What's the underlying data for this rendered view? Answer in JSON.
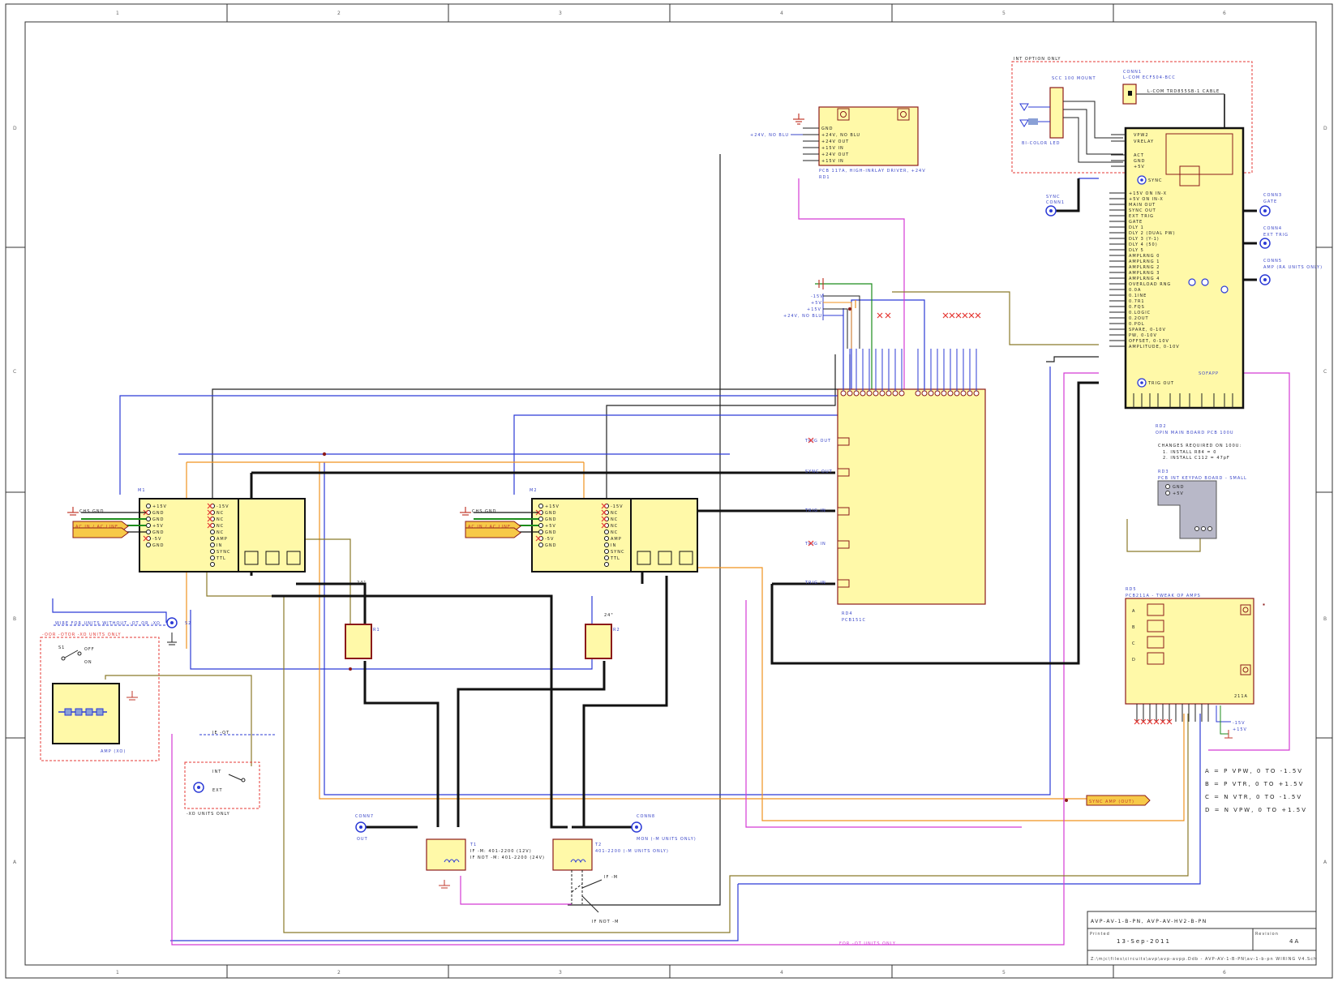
{
  "border": {
    "col_numbers": [
      "1",
      "2",
      "3",
      "4",
      "5",
      "6"
    ],
    "row_letters": [
      "D",
      "C",
      "B",
      "A"
    ]
  },
  "title_block": {
    "title": "AVP-AV-1-B-PN, AVP-AV-HV2-B-PN",
    "printed_label": "Printed",
    "printed_date": "13-Sep-2011",
    "revision_label": "Revision",
    "revision": "4A",
    "file_path": "Z:\\mjc\\files\\circuits\\avp\\avp-avpp.Ddb - AVP-AV-1-B-PN\\av-1-b-pn WIRING V4.Sch"
  },
  "notes": {
    "changes_title": "CHANGES REQUIRED ON 100U:",
    "changes_1": "1. INSTALL R84 = 0",
    "changes_2": "2. INSTALL C112 = 47pF",
    "legend_a": "A = P VPW, 0 TO -1.5V",
    "legend_b": "B = P VTR, 0 TO +1.5V",
    "legend_c": "C = N VTR, 0 TO -1.5V",
    "legend_d": "D = N VPW, 0 TO +1.5V",
    "int_option": "INT OPTION ONLY",
    "xo_only_1": "-XO UNITS ONLY",
    "xo_only_2": "-XO UNITS ONLY",
    "xo_only_bottom": "FOR -OT UNITS ONLY",
    "if_m": "IF -M",
    "if_not_m": "IF NOT -M",
    "otor_label": "-OOR -OTOR -XO UNITS ONLY",
    "wire_label": "WIRE FOR UNITS WITHOUT -OT OR -XO"
  },
  "labels": {
    "chs_gnd_1": "CHS GND",
    "chs_gnd_2": "CHS GND",
    "ac_in_1": "AC IN / AC LINE",
    "ac_in_2": "AC IN / AC LINE",
    "m1": "M1",
    "m2": "M2",
    "rd1": "RD1",
    "rd1_desc": "PCB 117A, HIGH-INRLAY DRIVER, +24V",
    "rd4": "RD4",
    "rd4_desc": "PCB151C",
    "rd2": "RD2",
    "rd2_desc": "OPIN MAIN BOARD PCB 100U",
    "rd3": "RD3",
    "rd3_desc": "PCB INT KEYPAD BOARD - SMALL",
    "rd5": "RD5",
    "rd5_desc": "PCB211A - TWEAK OP AMPS",
    "rd5_part": "211A",
    "conn1": "CONN1",
    "conn1_desc": "L-COM ECF504-BCC",
    "cable": "L-COM TRD855SB-1 CABLE",
    "scc": "SCC 100 MOUNT",
    "led": "BI-COLOR LED",
    "sync": "SYNC",
    "sync_conn": "CONN1",
    "conn_gate": "GATE",
    "conn_exttrig": "EXT TRIG",
    "conn_amp": "AMP (RA UNITS ONLY)",
    "conn3": "CONN3",
    "conn4": "CONN4",
    "conn5": "CONN5",
    "conn7": "CONN7",
    "conn8": "CONN8",
    "out": "OUT",
    "mon": "MON (-M UNITS ONLY)",
    "r1": "R1",
    "r2": "R2",
    "t1": "T1",
    "t1_desc_1": "IF -M: 401-2200 (12V)",
    "t1_desc_2": "IF NOT -M: 401-2200 (24V)",
    "t2": "T2",
    "t2_desc": "401-2200 (-M UNITS ONLY)",
    "s1": "S1",
    "s2": "S2",
    "off": "OFF",
    "on": "ON",
    "int": "INT",
    "ext": "EXT",
    "ie_ot": "IE -OT",
    "amp_xo": "AMP (XO)",
    "r24_1": "24\"",
    "r24_2": "24\"",
    "pv24": "+24V, NO BLU",
    "tb_24v": "+24V, NO BLU",
    "ampin": "SYNC AMP (OUT)"
  },
  "pins": {
    "m_left": [
      "+15V",
      "GND",
      "GND",
      "+5V",
      "GND",
      "-5V",
      "GND"
    ],
    "m_right": [
      "-15V",
      "NC",
      "NC",
      "NC",
      "NC",
      "AMP",
      "IN",
      "SYNC",
      "TTL"
    ],
    "rd1_pins": [
      "GND",
      "+24V, NO BLU",
      "+24V OUT",
      "+15V IN",
      "+24V OUT",
      "+15V IN"
    ],
    "rd2_pins": [
      "+15V ON IN-X",
      "+5V ON IN-X",
      "MAIN OUT",
      "SYNC OUT",
      "EXT TRIG",
      "GATE",
      "DLY 1",
      "DLY 2 (DUAL PW)",
      "DLY 3 (Y-1)",
      "DLY 4 (50)",
      "DLY 5",
      "AMPLRNG 0",
      "AMPLRNG 1",
      "AMPLRNG 2",
      "AMPLRNG 3",
      "AMPLRNG 4",
      "OVERLOAD RNG",
      "0.0A",
      "0.1INE",
      "0.7R1",
      "0.FQS",
      "0.LOGIC",
      "0.2OUT",
      "0.POL",
      "SPARE, 0-10V",
      "PW, 0-10V",
      "OFFSET, 0-10V",
      "AMPLITUDE, 0-10V"
    ],
    "rd2_top": [
      "VPW2",
      "VRELAY",
      "ACT",
      "GND",
      "+5V",
      "SYNC"
    ],
    "rd4_side": [
      "TRIG OUT",
      "SYNC OUT",
      "TRIG IN",
      "TRIG IN",
      "TRIG IN"
    ],
    "rd3_pins": [
      "GND",
      "+5V"
    ]
  }
}
